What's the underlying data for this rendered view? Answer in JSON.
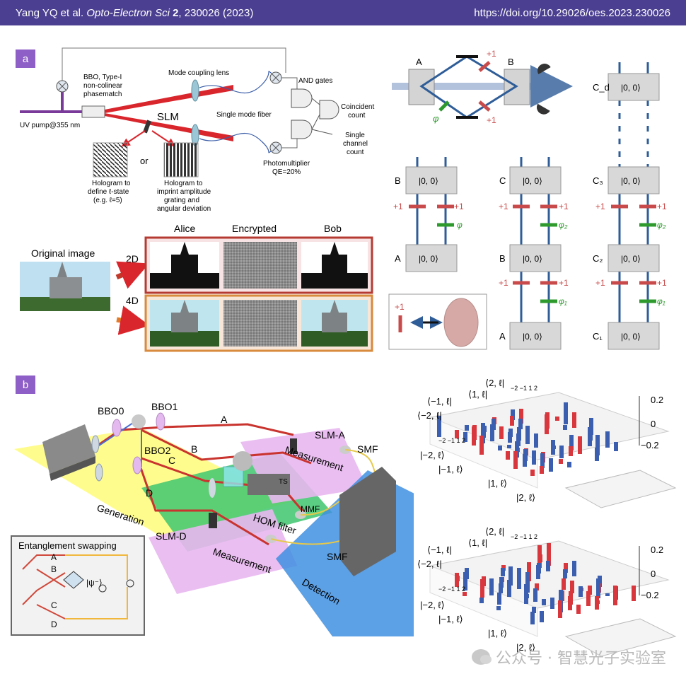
{
  "header": {
    "authors": "Yang YQ et al.",
    "journal": "Opto-Electron Sci",
    "volume": "2",
    "article": ", 230026 (2023)",
    "doi": "https://doi.org/10.29026/oes.2023.230026"
  },
  "panels": {
    "a": "a",
    "b": "b"
  },
  "setup_a": {
    "bbo": "BBO, Type-I",
    "noncolinear": "non-colinear",
    "phasematch": "phasematch",
    "mode_lens": "Mode coupling lens",
    "slm": "SLM",
    "smf": "Single mode fiber",
    "and_gates": "AND gates",
    "coincident1": "Coincident",
    "coincident2": "count",
    "single1": "Single",
    "single2": "channel",
    "single3": "count",
    "uv": "UV pump@355 nm",
    "or": "or",
    "holo1_1": "Hologram to",
    "holo1_2": "define ℓ-state",
    "holo1_3": "(e.g. ℓ=5)",
    "holo2_1": "Hologram to",
    "holo2_2": "imprint amplitude",
    "holo2_3": "grating and",
    "holo2_4": "angular deviation",
    "pm1": "Photomultiplier",
    "pm2": "QE=20%"
  },
  "images_a": {
    "original": "Original image",
    "alice": "Alice",
    "encrypted": "Encrypted",
    "bob": "Bob",
    "d2": "2D",
    "d4": "4D"
  },
  "interf": {
    "A": "A",
    "B": "B",
    "plus1": "+1",
    "phi": "φ"
  },
  "chains": {
    "state": "|0, 0⟩",
    "plus1": "+1",
    "A": "A",
    "B": "B",
    "C": "C",
    "phi": "φ",
    "phi1": "φ₁",
    "phi2": "φ₂",
    "Cd": "C_d",
    "C3": "C₃",
    "C2": "C₂",
    "C1": "C₁",
    "legend_plus1": "+1"
  },
  "setup_b": {
    "bbo0": "BBO0",
    "bbo1": "BBO1",
    "bbo2": "BBO2",
    "A": "A",
    "B": "B",
    "C": "C",
    "D": "D",
    "slma": "SLM-A",
    "slmd": "SLM-D",
    "smf1": "SMF",
    "smf2": "SMF",
    "mmf": "MMF",
    "ts": "TS",
    "measurement1": "Measurement",
    "measurement2": "Measurement",
    "hom": "HOM filter",
    "generation": "Generation",
    "detection": "Detection",
    "es_title": "Entanglement swapping",
    "es_A": "A",
    "es_B": "B",
    "es_C": "C",
    "es_D": "D",
    "psi": "|ψ⁻⟩"
  },
  "plots_b": {
    "ax_2": "⟨2, ℓ|",
    "ax_1": "⟨1, ℓ|",
    "ax_m1": "⟨−1, ℓ|",
    "ax_m2": "⟨−2, ℓ|",
    "ket_m2": "|−2, ℓ⟩",
    "ket_m1": "|−1, ℓ⟩",
    "ket_1": "|1, ℓ⟩",
    "ket_2": "|2, ℓ⟩",
    "tick_top": "−2 −1 1 2",
    "tick_bot": "−2 −1 1 2",
    "z_p": "0.2",
    "z_0": "0",
    "z_m": "−0.2"
  },
  "watermark": "公众号 · 智慧光子实验室",
  "colors": {
    "header": "#4b3f91",
    "label": "#8e5fc6",
    "red": "#c9414a",
    "blue": "#3a5fa8",
    "green": "#2e9a2e"
  }
}
